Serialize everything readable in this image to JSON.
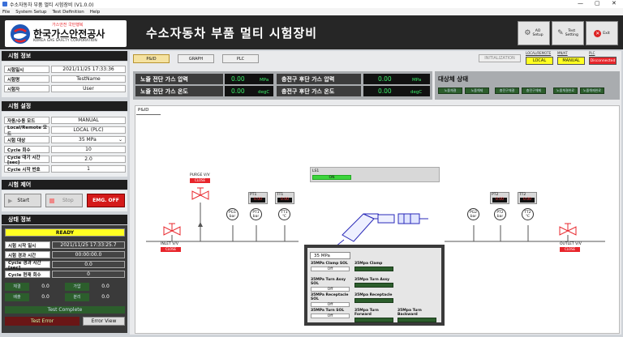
{
  "window": {
    "title": "수소자동차 부품 멀티 시험장비 (V1.0.0)",
    "minimize": "—",
    "maximize": "▢",
    "close": "✕"
  },
  "menu": [
    "File",
    "System Setup",
    "Test Definition",
    "Help"
  ],
  "logo": {
    "slogan": "가스안전 국민행복",
    "name": "한국가스안전공사",
    "english": "KOREA GAS SAFETY CORPORATION"
  },
  "header": {
    "title": "수소자동차 부품 멀티 시험장비",
    "buttons": [
      {
        "label": "AO\nSetup",
        "icon": "ao-setup-icon"
      },
      {
        "label": "Test\nSetting",
        "icon": "test-setting-icon"
      },
      {
        "label": "Exit",
        "icon": "exit-icon"
      }
    ]
  },
  "test_info": {
    "heading": "시험 정보",
    "rows": [
      {
        "label": "시험일시",
        "value": "2021/11/25 17:33:36"
      },
      {
        "label": "시험명",
        "value": "TestName"
      },
      {
        "label": "시험자",
        "value": "User"
      }
    ]
  },
  "test_settings": {
    "heading": "시험 설정",
    "rows": [
      {
        "label": "자동/수동 모드",
        "value": "MANUAL"
      },
      {
        "label": "Local/Remote 모드",
        "value": "LOCAL (PLC)"
      },
      {
        "label": "시험 대상",
        "value": "35 MPa"
      },
      {
        "label": "Cycle 회수",
        "value": "10"
      },
      {
        "label": "Cycle 대기 시간 [sec]",
        "value": "2.0"
      },
      {
        "label": "Cycle 시작 번호",
        "value": "1"
      }
    ]
  },
  "test_control": {
    "heading": "시험 제어",
    "start": "Start",
    "stop": "Stop",
    "emg": "EMG. OFF"
  },
  "status_info": {
    "heading": "상태 정보",
    "state": "READY",
    "rows": [
      {
        "label": "시험 시작 일시",
        "value": "2021/11/25 17:33:25.7"
      },
      {
        "label": "시험 경과 시간",
        "value": "00:00:00.0"
      },
      {
        "label": "Cycle 경과 시간 [sec]",
        "value": "0.0"
      },
      {
        "label": "Cycle 현재 회수",
        "value": "0"
      }
    ],
    "counters": [
      {
        "label": "체결",
        "value": "0.0"
      },
      {
        "label": "가압",
        "value": "0.0"
      },
      {
        "label": "배출",
        "value": "0.0"
      },
      {
        "label": "분리",
        "value": "0.0"
      }
    ],
    "test_complete": "Test Complete",
    "test_error": "Test Error",
    "error_view": "Error View"
  },
  "tabs": [
    "P&ID",
    "GRAPH",
    "PLC"
  ],
  "top_indicators": {
    "initialization": "INITIALIZATION",
    "local_remote_label": "LOCAL/REMOTE",
    "local_remote": "LOCAL",
    "mn_at_label": "MN/AT",
    "mn_at": "MANUAL",
    "plc_label": "PLC",
    "plc": "Disconnected"
  },
  "measurements": [
    {
      "label": "노즐 전단 가스 압력",
      "value": "0.00",
      "unit": "MPa"
    },
    {
      "label": "충전구 후단 가스 압력",
      "value": "0.00",
      "unit": "MPa"
    },
    {
      "label": "노즐 전단 가스 온도",
      "value": "0.00",
      "unit": "degC"
    },
    {
      "label": "충전구 후단 가스 온도",
      "value": "0.00",
      "unit": "degC"
    }
  ],
  "target_status": {
    "heading": "대상체 상태",
    "leds": [
      "노즐체결",
      "노즐해제",
      "충전구체결",
      "충전구해제",
      "노즐체결완료",
      "노즐해제완료"
    ]
  },
  "pid": {
    "tab_label": "P&ID",
    "purge": {
      "label": "PURGE V/V",
      "state": "CLOSE"
    },
    "inlet": {
      "label": "INLET V/V",
      "state": "CLOSE"
    },
    "outlet": {
      "label": "OUTLET V/V",
      "state": "CLOSE"
    },
    "ls1": {
      "label": "LS1",
      "state": "ON"
    },
    "boxes": [
      {
        "label": "PT1",
        "value": "0.00"
      },
      {
        "label": "TT1",
        "value": "0.00"
      },
      {
        "label": "PT2",
        "value": "0.00"
      },
      {
        "label": "TT2",
        "value": "0.00"
      }
    ],
    "gauges": [
      {
        "tag": "PG1",
        "unit": "bar"
      },
      {
        "tag": "PT1",
        "unit": "bar"
      },
      {
        "tag": "TT1",
        "unit": "℃"
      },
      {
        "tag": "PG2",
        "unit": "bar"
      },
      {
        "tag": "PT2",
        "unit": "bar"
      },
      {
        "tag": "TT2",
        "unit": "℃"
      }
    ],
    "sol_panel": {
      "mpa": "35 MPa",
      "items": [
        {
          "label": "35MPa Clamp SOL",
          "value": "Off"
        },
        {
          "label": "35Mpa Clamp",
          "value": ""
        },
        {
          "label": "35MPa Turn Assy SOL",
          "value": "Off"
        },
        {
          "label": "35Mpa Turn Assy",
          "value": ""
        },
        {
          "label": "35MPa Receptacle SOL",
          "value": "Off"
        },
        {
          "label": "35Mpa Receptacle",
          "value": ""
        },
        {
          "label": "35MPa Turn SOL",
          "value": "Off"
        },
        {
          "label": "35Mpa Turn Forward",
          "value": ""
        },
        {
          "label": "35Mpa Turn Backward",
          "value": ""
        }
      ]
    }
  },
  "colors": {
    "dark": "#262626",
    "green_value": "#3cf06a",
    "valve_red": "#e8252b",
    "led_green": "#2c5e2c",
    "indicator_yellow": "#ffff22",
    "pipe": "#555555"
  }
}
